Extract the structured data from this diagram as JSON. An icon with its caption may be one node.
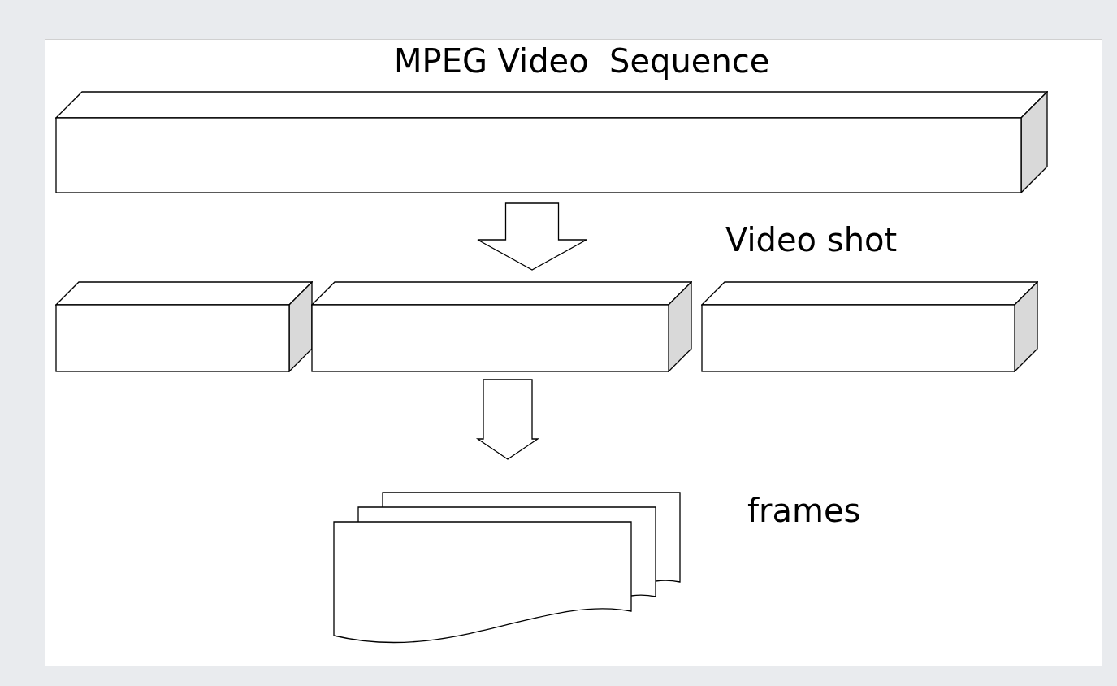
{
  "diagram": {
    "nodes": [
      {
        "text": [
          "MPEG Video  Sequence"
        ]
      },
      {
        "text": [],
        "shape": "box"
      },
      {
        "text": [],
        "shape": "box"
      },
      {
        "text": [],
        "shape": "box"
      },
      {
        "text": [],
        "shape": "document",
        "beside": [
          "frames"
        ]
      }
    ],
    "edges": [
      {
        "from": 0,
        "to": 2,
        "arrow": "to"
      },
      {
        "from": 2,
        "to": 4,
        "arrow": "to"
      }
    ],
    "labels": [
      "Video shot"
    ]
  }
}
